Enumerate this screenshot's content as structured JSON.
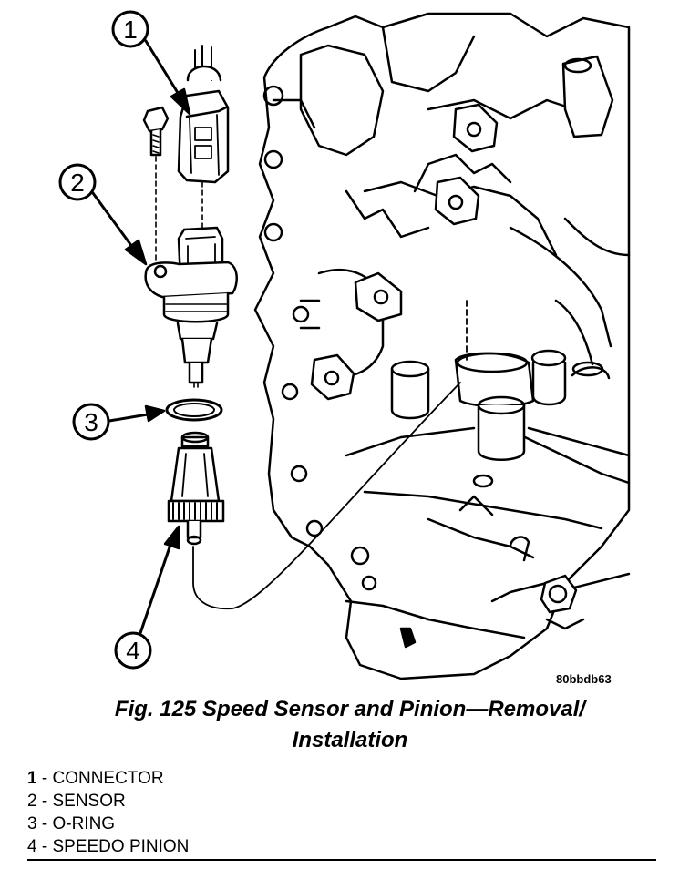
{
  "figure": {
    "image_code": "80bbdb63",
    "caption_line1": "Fig. 125 Speed Sensor and Pinion—Removal/",
    "caption_line2": "Installation",
    "callouts": [
      "1",
      "2",
      "3",
      "4"
    ]
  },
  "legend": [
    {
      "num": "1",
      "sep": " - ",
      "label": "CONNECTOR"
    },
    {
      "num": "2",
      "sep": " - ",
      "label": "SENSOR"
    },
    {
      "num": "3",
      "sep": " - ",
      "label": "O-RING"
    },
    {
      "num": "4",
      "sep": " - ",
      "label": "SPEEDO PINION"
    }
  ]
}
